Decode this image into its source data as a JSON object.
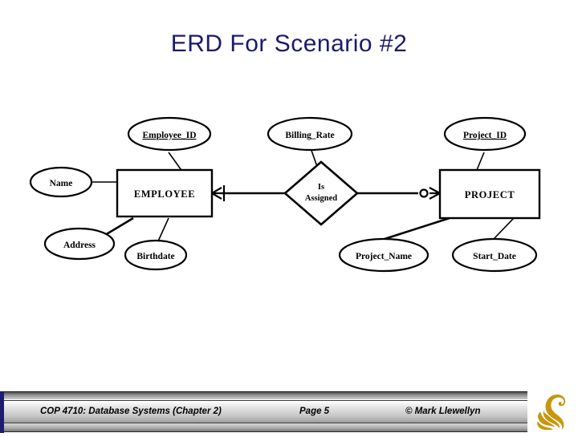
{
  "slide": {
    "title": "ERD For Scenario #2",
    "title_color": "#1b1b6f",
    "background": "#ffffff"
  },
  "diagram": {
    "type": "entity-relationship-diagram",
    "entities": [
      {
        "id": "employee",
        "label": "EMPLOYEE"
      },
      {
        "id": "project",
        "label": "PROJECT"
      }
    ],
    "relationships": [
      {
        "id": "is-assigned",
        "label_line1": "Is",
        "label_line2": "Assigned",
        "from": "EMPLOYEE",
        "to": "PROJECT",
        "from_cardinality": "mandatory-many",
        "to_cardinality": "optional-many"
      }
    ],
    "attributes": [
      {
        "id": "employee-id",
        "label": "Employee_ID",
        "owner": "EMPLOYEE",
        "key": true
      },
      {
        "id": "name",
        "label": "Name",
        "owner": "EMPLOYEE",
        "key": false
      },
      {
        "id": "address",
        "label": "Address",
        "owner": "EMPLOYEE",
        "key": false
      },
      {
        "id": "birthdate",
        "label": "Birthdate",
        "owner": "EMPLOYEE",
        "key": false
      },
      {
        "id": "billing-rate",
        "label": "Billing_Rate",
        "owner": "Is Assigned",
        "key": false
      },
      {
        "id": "project-id",
        "label": "Project_ID",
        "owner": "PROJECT",
        "key": true
      },
      {
        "id": "project-name",
        "label": "Project_Name",
        "owner": "PROJECT",
        "key": false
      },
      {
        "id": "start-date",
        "label": "Start_Date",
        "owner": "PROJECT",
        "key": false
      }
    ]
  },
  "footer": {
    "course": "COP 4710: Database Systems  (Chapter 2)",
    "page": "Page 5",
    "copyright": "© Mark Llewellyn",
    "logo_name": "ucf-pegasus-logo",
    "logo_color": "#c8960c"
  }
}
